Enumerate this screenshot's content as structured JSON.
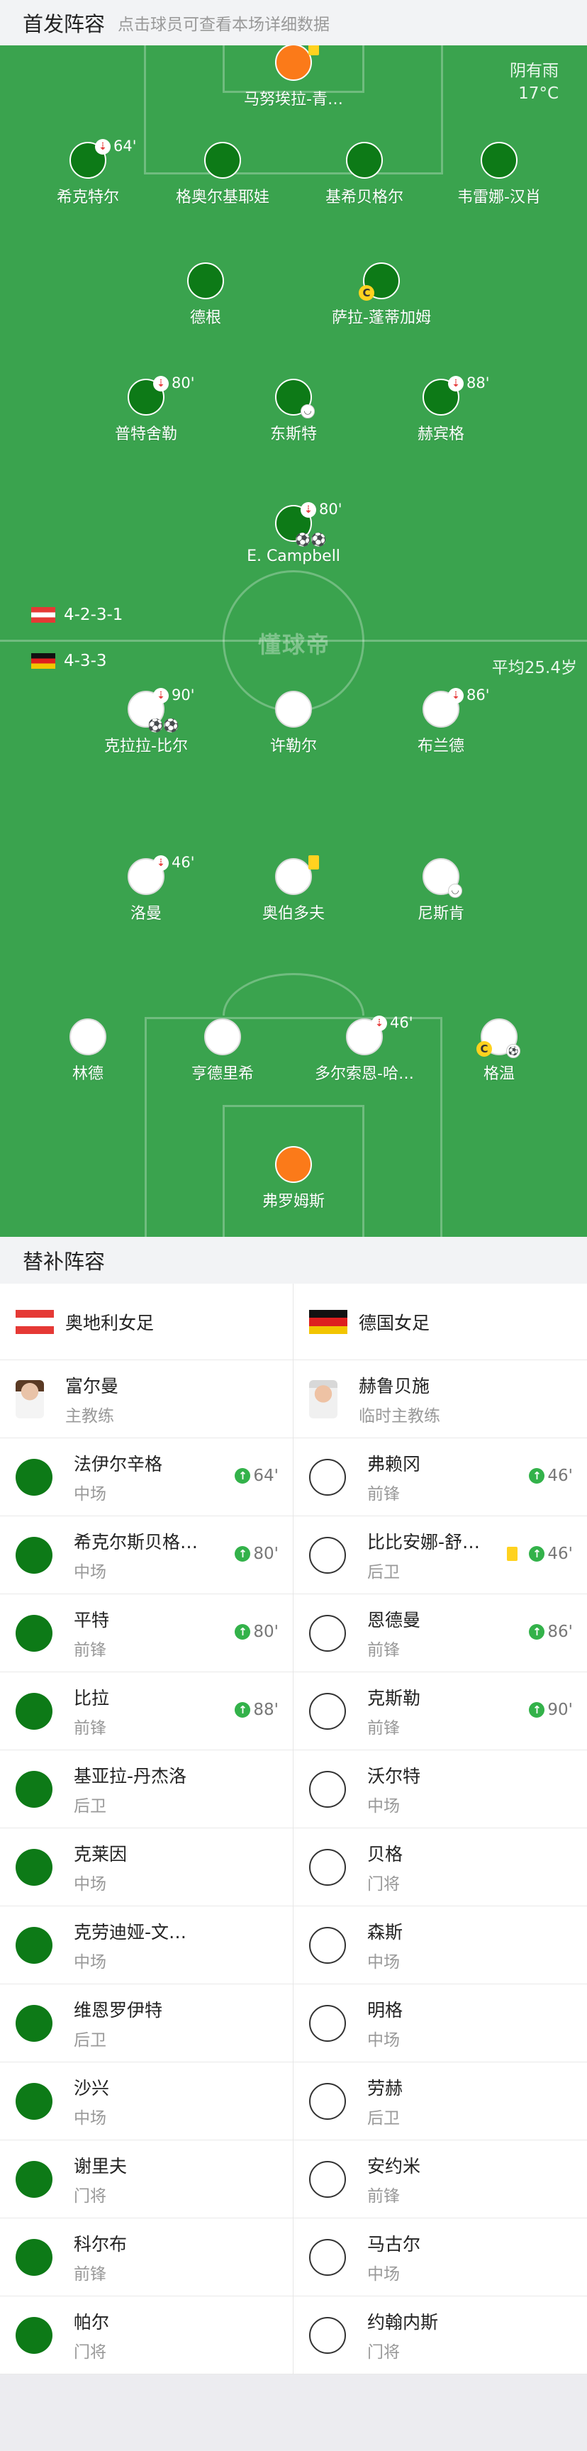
{
  "header": {
    "title": "首发阵容",
    "subtitle": "点击球员可查看本场详细数据"
  },
  "weather": {
    "condition": "阴有雨",
    "temp": "17°C"
  },
  "watermark": "懂球帝",
  "home": {
    "formation": "4-2-3-1"
  },
  "away": {
    "formation": "4-3-3",
    "avg_age": "平均25.4岁"
  },
  "home_players": [
    {
      "name": "马努埃拉-青…",
      "card": "yellow"
    },
    {
      "name": "希克特尔",
      "sub_time": "64'"
    },
    {
      "name": "格奥尔基耶娃"
    },
    {
      "name": "基希贝格尔"
    },
    {
      "name": "韦雷娜-汉肖"
    },
    {
      "name": "德根"
    },
    {
      "name": "萨拉-蓬蒂加姆",
      "captain": "C"
    },
    {
      "name": "普特舍勒",
      "sub_time": "80'"
    },
    {
      "name": "东斯特"
    },
    {
      "name": "赫宾格",
      "sub_time": "88'"
    },
    {
      "name": "E. Campbell",
      "sub_time": "80'",
      "goals": "⚽⚽"
    }
  ],
  "away_players": [
    {
      "name": "克拉拉-比尔",
      "sub_time": "90'",
      "goals": "⚽⚽"
    },
    {
      "name": "许勒尔"
    },
    {
      "name": "布兰德",
      "sub_time": "86'"
    },
    {
      "name": "洛曼",
      "sub_time": "46'"
    },
    {
      "name": "奥伯多夫",
      "card": "yellow"
    },
    {
      "name": "尼斯肯"
    },
    {
      "name": "林德"
    },
    {
      "name": "亨德里希"
    },
    {
      "name": "多尔索恩-哈…",
      "sub_time": "46'"
    },
    {
      "name": "格温",
      "captain": "C",
      "goals": "⚽"
    },
    {
      "name": "弗罗姆斯"
    }
  ],
  "bench": {
    "title": "替补阵容",
    "home_team": "奥地利女足",
    "away_team": "德国女足",
    "home_coach": {
      "name": "富尔曼",
      "role": "主教练"
    },
    "away_coach": {
      "name": "赫鲁贝施",
      "role": "临时主教练"
    },
    "home": [
      {
        "name": "法伊尔辛格",
        "pos": "中场",
        "in": "64'"
      },
      {
        "name": "希克尔斯贝格…",
        "pos": "中场",
        "in": "80'"
      },
      {
        "name": "平特",
        "pos": "前锋",
        "in": "80'"
      },
      {
        "name": "比拉",
        "pos": "前锋",
        "in": "88'"
      },
      {
        "name": "基亚拉-丹杰洛",
        "pos": "后卫"
      },
      {
        "name": "克莱因",
        "pos": "中场"
      },
      {
        "name": "克劳迪娅-文…",
        "pos": "中场"
      },
      {
        "name": "维恩罗伊特",
        "pos": "后卫"
      },
      {
        "name": "沙兴",
        "pos": "中场"
      },
      {
        "name": "谢里夫",
        "pos": "门将"
      },
      {
        "name": "科尔布",
        "pos": "前锋"
      },
      {
        "name": "帕尔",
        "pos": "门将"
      }
    ],
    "away": [
      {
        "name": "弗赖冈",
        "pos": "前锋",
        "in": "46'"
      },
      {
        "name": "比比安娜-舒…",
        "pos": "后卫",
        "in": "46'",
        "card": "yellow"
      },
      {
        "name": "恩德曼",
        "pos": "前锋",
        "in": "86'"
      },
      {
        "name": "克斯勒",
        "pos": "前锋",
        "in": "90'"
      },
      {
        "name": "沃尔特",
        "pos": "中场"
      },
      {
        "name": "贝格",
        "pos": "门将"
      },
      {
        "name": "森斯",
        "pos": "中场"
      },
      {
        "name": "明格",
        "pos": "中场"
      },
      {
        "name": "劳赫",
        "pos": "后卫"
      },
      {
        "name": "安约米",
        "pos": "前锋"
      },
      {
        "name": "马古尔",
        "pos": "中场"
      },
      {
        "name": "约翰内斯",
        "pos": "门将"
      }
    ]
  },
  "colors": {
    "pitch": "#3aa34e",
    "home_shirt": "#0d7a17",
    "away_shirt": "#ffffff",
    "goalkeeper": "#fb7a19",
    "sub_arrow": "#33b24a",
    "yellow_card": "#ffd21f"
  }
}
